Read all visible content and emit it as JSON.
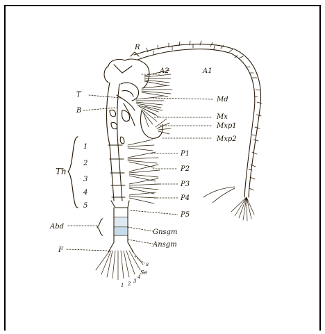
{
  "figure": {
    "ink_color": "#2a1c08",
    "wash_color": "#b9d3e6",
    "labels": {
      "R": "R",
      "A2": "A2",
      "A1": "A1",
      "T": "T",
      "Md": "Md",
      "B": "B",
      "Mx": "Mx",
      "Mxp1": "Mxp1",
      "Mxp2": "Mxp2",
      "P1": "P1",
      "P2": "P2",
      "P3": "P3",
      "P4": "P4",
      "P5": "P5",
      "Th": "Th",
      "n1": "1",
      "n2": "2",
      "n3": "3",
      "n4": "4",
      "n5": "5",
      "Abd": "Abd",
      "Gnsgm": "Gnsgm",
      "Ansgm": "Ansgm",
      "F": "F",
      "s": "s",
      "Se": "Se",
      "t1": "1",
      "t2": "2",
      "t3": "3",
      "t4": "4"
    }
  }
}
